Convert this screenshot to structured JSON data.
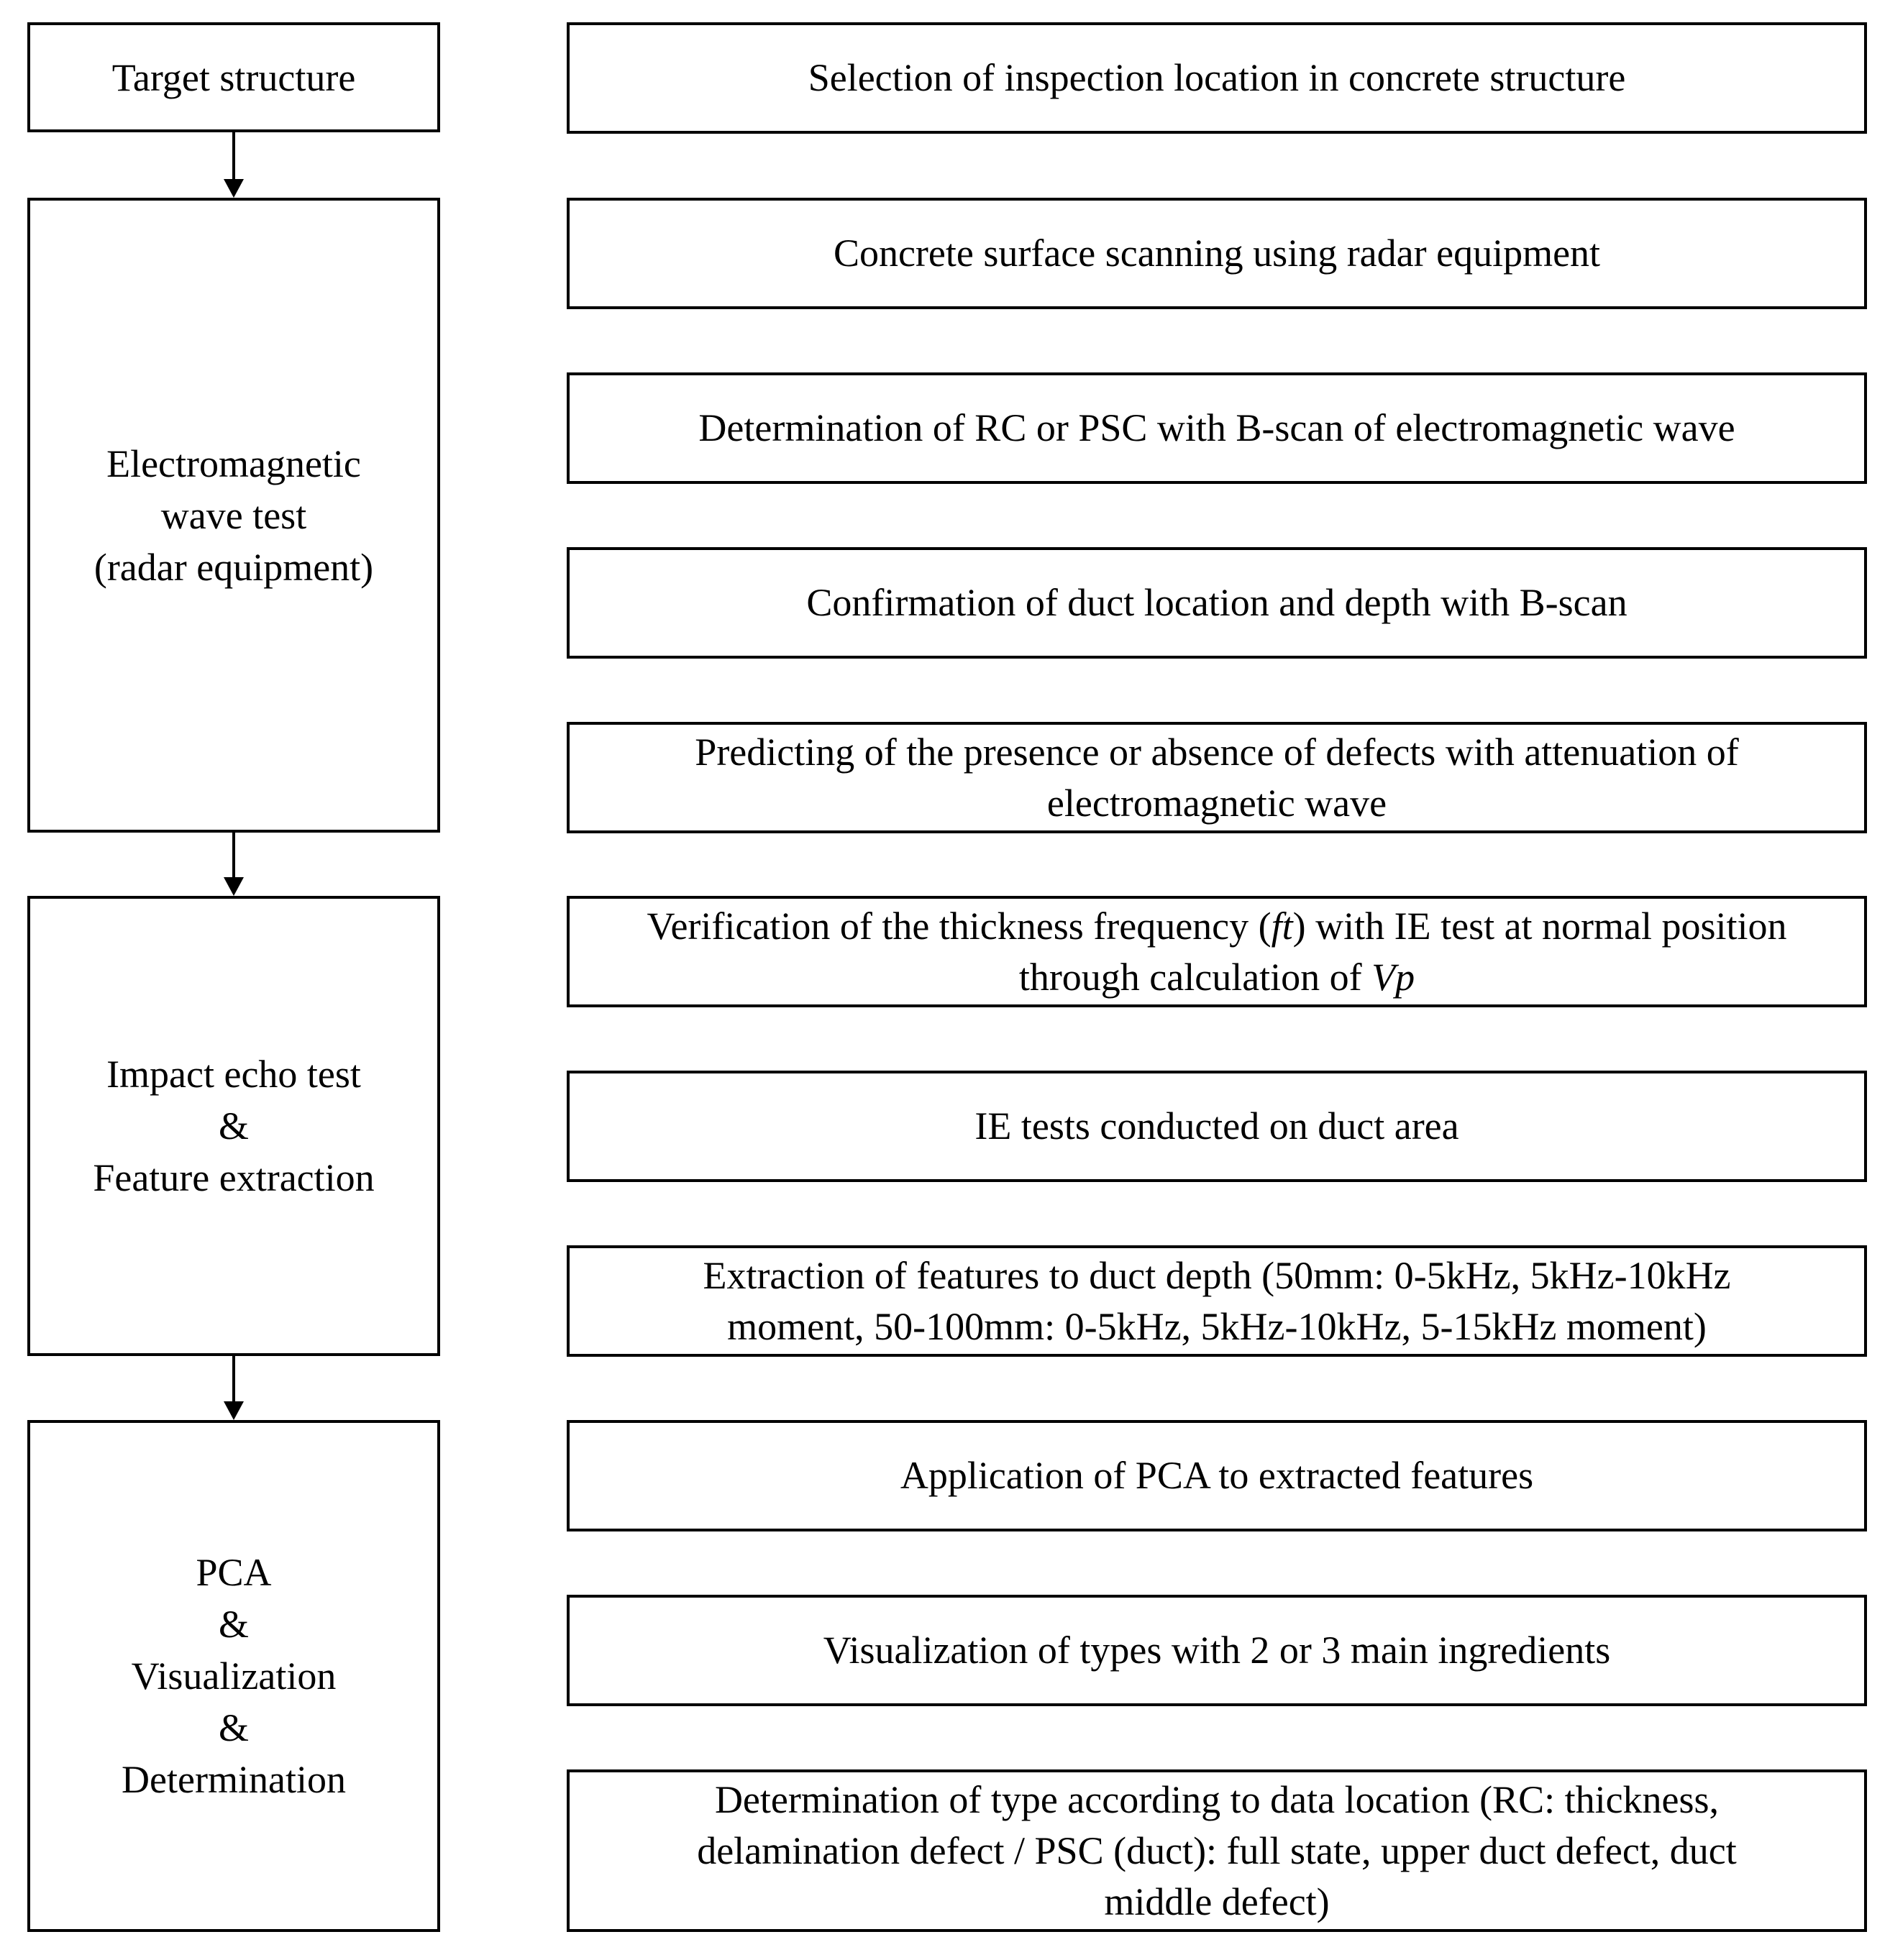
{
  "stages": [
    {
      "lines": [
        "Target structure"
      ]
    },
    {
      "lines": [
        "Electromagnetic",
        "wave test",
        "(radar equipment)"
      ]
    },
    {
      "lines": [
        "Impact echo test",
        "&",
        "Feature extraction"
      ]
    },
    {
      "lines": [
        "PCA",
        "&",
        "Visualization",
        "&",
        "Determination"
      ]
    }
  ],
  "steps": [
    {
      "lines": [
        "Selection of inspection location in concrete structure"
      ]
    },
    {
      "lines": [
        "Concrete surface scanning using radar equipment"
      ]
    },
    {
      "lines": [
        "Determination of RC or PSC with B-scan of electromagnetic wave"
      ]
    },
    {
      "lines": [
        "Confirmation of duct location and depth with B-scan"
      ]
    },
    {
      "lines": [
        "Predicting of the presence or absence of defects with attenuation of",
        "electromagnetic wave"
      ]
    },
    {
      "parts": {
        "l1_a": "Verification of the thickness frequency (",
        "l1_ft": "ft",
        "l1_b": ") with IE test at normal position",
        "l2_a": "through calculation of ",
        "l2_vp": "Vp"
      }
    },
    {
      "lines": [
        "IE tests conducted on duct area"
      ]
    },
    {
      "lines": [
        "Extraction of features to duct depth (50mm: 0-5kHz, 5kHz-10kHz",
        "moment, 50-100mm: 0-5kHz, 5kHz-10kHz, 5-15kHz moment)"
      ]
    },
    {
      "lines": [
        "Application of PCA to extracted features"
      ]
    },
    {
      "lines": [
        "Visualization of types with 2 or 3 main ingredients"
      ]
    },
    {
      "lines": [
        "Determination of type according to data location (RC: thickness,",
        "delamination defect / PSC (duct): full state, upper duct defect, duct",
        "middle defect)"
      ]
    }
  ]
}
